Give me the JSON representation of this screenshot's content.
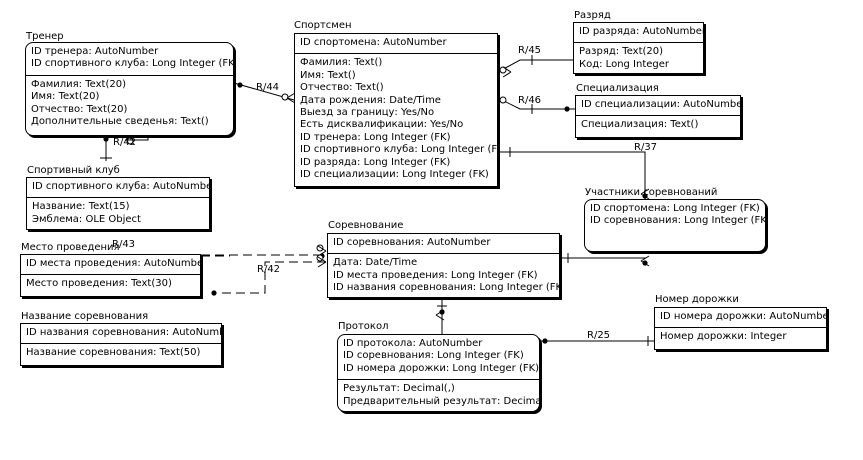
{
  "entities": {
    "trener": {
      "title": "Тренер",
      "keys": [
        "ID тренера: AutoNumber",
        "ID спортивного клуба: Long Integer (FK)"
      ],
      "attrs": [
        "Фамилия: Text(20)",
        "Имя: Text(20)",
        "Отчество: Text(20)",
        "Дополнительные сведенья: Text()"
      ]
    },
    "klub": {
      "title": "Спортивный клуб",
      "keys": [
        "ID спортивного клуба: AutoNumber"
      ],
      "attrs": [
        "Название: Text(15)",
        "Эмблема: OLE Object"
      ]
    },
    "mesto": {
      "title": "Место проведения",
      "keys": [
        "ID места проведения: AutoNumber"
      ],
      "attrs": [
        "Место проведения: Text(30)"
      ]
    },
    "nazvanie": {
      "title": "Название соревнования",
      "keys": [
        "ID названия соревнования: AutoNumber"
      ],
      "attrs": [
        "Название соревнования: Text(50)"
      ]
    },
    "sportsmen": {
      "title": "Спортсмен",
      "keys": [
        "ID спортомена: AutoNumber"
      ],
      "attrs": [
        "Фамилия: Text()",
        "Имя: Text()",
        "Отчество: Text()",
        "Дата рождения: Date/Time",
        "Выезд за границу: Yes/No",
        "Есть дисквалификации: Yes/No",
        "ID тренера: Long Integer (FK)",
        "ID спортивного клуба: Long Integer (FK)",
        "ID разряда: Long Integer (FK)",
        "ID специализации: Long Integer (FK)"
      ]
    },
    "razryad": {
      "title": "Разряд",
      "keys": [
        "ID разряда: AutoNumber"
      ],
      "attrs": [
        "Разряд: Text(20)",
        "Код: Long Integer"
      ]
    },
    "spec": {
      "title": "Специализация",
      "keys": [
        "ID специализации: AutoNumber"
      ],
      "attrs": [
        "Специализация: Text()"
      ]
    },
    "uchastniki": {
      "title": "Участники соревнований",
      "keys": [
        "ID спортомена: Long Integer (FK)",
        "ID соревнования: Long Integer (FK)"
      ],
      "attrs": []
    },
    "sorevnovanie": {
      "title": "Соревнование",
      "keys": [
        "ID соревнования: AutoNumber"
      ],
      "attrs": [
        "Дата: Date/Time",
        "ID места проведения: Long Integer (FK)",
        "ID названия соревнования: Long Integer (FK)"
      ]
    },
    "protokol": {
      "title": "Протокол",
      "keys": [
        "ID протокола: AutoNumber",
        "ID соревнования: Long Integer (FK)",
        "ID номера дорожки: Long Integer (FK)"
      ],
      "attrs": [
        "Результат: Decimal(,)",
        "Предварительный результат: Decimal(,)"
      ]
    },
    "dorozhka": {
      "title": "Номер дорожки",
      "keys": [
        "ID номера дорожки: AutoNumber"
      ],
      "attrs": [
        "Номер дорожки: Integer"
      ]
    }
  },
  "relationships": [
    "R/44",
    "R/42",
    "R/45",
    "R/46",
    "R/37",
    "R/43",
    "R/42",
    "R/25"
  ]
}
